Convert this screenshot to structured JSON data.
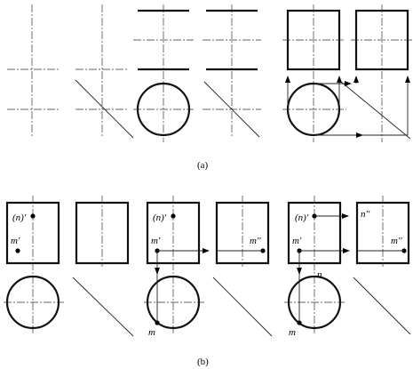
{
  "captions": {
    "a": "(a)",
    "b": "(b)"
  },
  "points": {
    "n_front": "(n)'",
    "m_front": "m'",
    "m_side": "m''",
    "n_side": "n''",
    "m_top": "m",
    "n_top": "n"
  }
}
